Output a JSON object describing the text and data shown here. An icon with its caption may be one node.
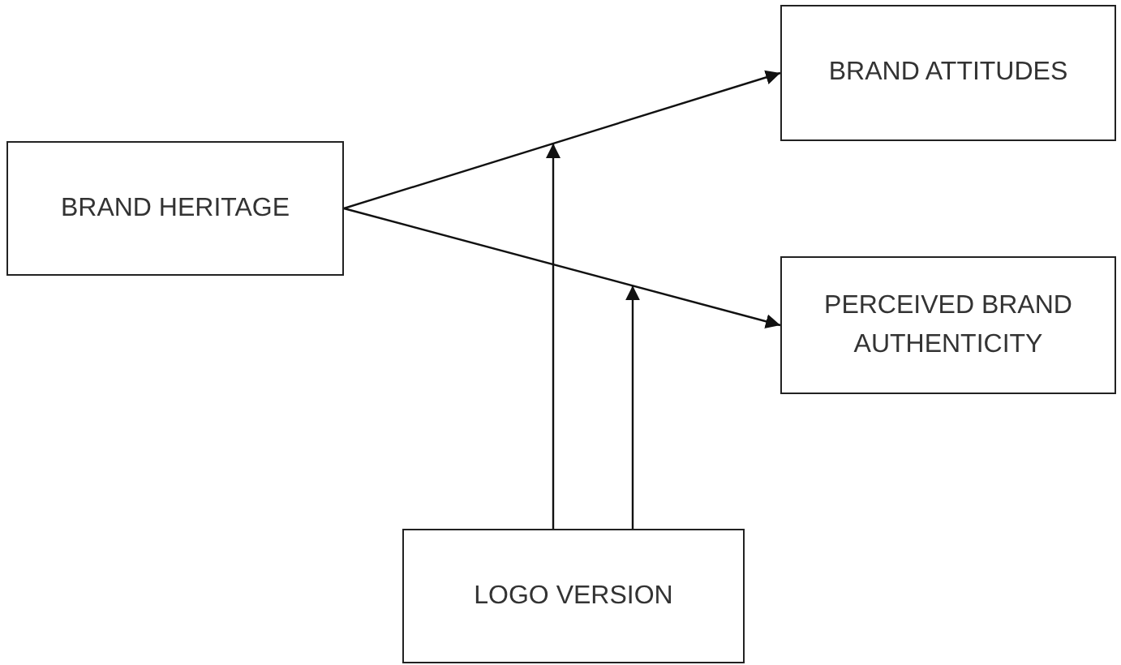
{
  "diagram": {
    "nodes": [
      {
        "text": [
          "BRAND HERITAGE"
        ]
      },
      {
        "text": [
          "BRAND ATTITUDES"
        ]
      },
      {
        "text": [
          "PERCEIVED BRAND AUTHENTICITY"
        ]
      },
      {
        "text": [
          "LOGO VERSION"
        ]
      }
    ],
    "edges": [
      {
        "from": 0,
        "to": 1,
        "arrow": "to"
      },
      {
        "from": 0,
        "to": 2,
        "arrow": "to"
      },
      {
        "from": 3,
        "to": null,
        "arrow": "to"
      },
      {
        "from": 3,
        "to": null,
        "arrow": "to"
      }
    ]
  }
}
